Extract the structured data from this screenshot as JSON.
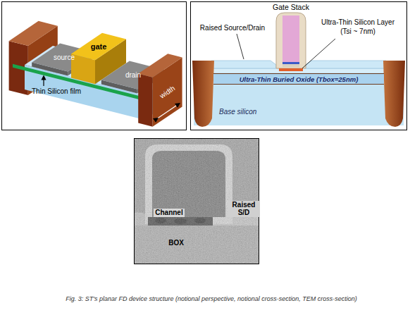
{
  "diagram": {
    "caption": "Fig. 3: ST's planar FD device structure (notional perspective, notional cross-section, TEM cross-section)",
    "nodes": [
      {
        "text": [
          "Ultra-Thin Buried Oxide (Tbox=25nm)"
        ]
      },
      {
        "text": [
          "Base silicon"
        ]
      }
    ],
    "labels": [
      "source",
      "gate",
      "drain",
      "Thin Silicon film",
      "width",
      "Gate Stack",
      "Raised Source/Drain",
      "Ultra-Thin Silicon Layer",
      "(Tsi ~ 7nm)",
      "Channel",
      "Raised S/D",
      "BOX"
    ]
  }
}
